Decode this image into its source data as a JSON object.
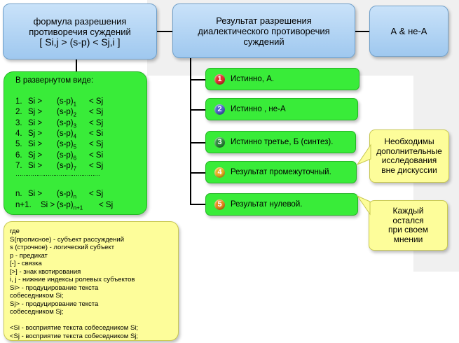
{
  "formula_box": {
    "line1": "формула разрешения",
    "line2": "противоречия суждений",
    "line3": "[ Si,j >   (s-p)   < Sj,i ]"
  },
  "result_box": {
    "line1": "Результат разрешения",
    "line2": "диалектического противоречия",
    "line3": "суждений"
  },
  "and_box": {
    "text": "А & не-А"
  },
  "expanded": {
    "title": "В развернутом виде:",
    "rows": [
      {
        "n": "1.",
        "left": "Si >",
        "mid": "(s-p)",
        "sub": "1",
        "right": "< Sj"
      },
      {
        "n": "2.",
        "left": "Sj >",
        "mid": "(s-p)",
        "sub": "2",
        "right": "< Sj"
      },
      {
        "n": "3.",
        "left": "Si >",
        "mid": "(s-p)",
        "sub": "3",
        "right": "< Sj"
      },
      {
        "n": "4.",
        "left": "Sj >",
        "mid": "(s-p)",
        "sub": "4",
        "right": "< Si"
      },
      {
        "n": "5.",
        "left": "Si >",
        "mid": "(s-p)",
        "sub": "5",
        "right": "< Sj"
      },
      {
        "n": "6.",
        "left": "Sj >",
        "mid": "(s-p)",
        "sub": "6",
        "right": "< Si"
      },
      {
        "n": "7.",
        "left": "Si >",
        "mid": "(s-p)",
        "sub": "7",
        "right": "< Sj"
      }
    ],
    "dots": "………………………………………",
    "row_n": {
      "n": "n.",
      "left": "Si >",
      "mid": "(s-p)",
      "sub": "n",
      "right": "< Sj"
    },
    "row_n1": {
      "n": "n+1.",
      "left": "Si >",
      "mid": "(s-p)",
      "sub": "n+1",
      "right": "< Sj"
    }
  },
  "legend": {
    "lines": [
      "где",
      "S(прописное) - субъект рассуждений",
      "s (строчное) - логический субъект",
      "p - предикат",
      "[-] - связка",
      "[>] - знак квотирования",
      "i, j - нижние индексы ролевых субъектов",
      "Si> - продуцирование текста",
      "собеседником Si;",
      "Sj> - продуцирование текста",
      "собеседником Sj;",
      "",
      "<Si - восприятие текста собеседником Si;",
      "<Sj  - восприятие текста собеседником Sj;"
    ]
  },
  "results": [
    {
      "num": "1",
      "color": "#e03030",
      "label": "Истинно, А."
    },
    {
      "num": "2",
      "color": "#4b62c8",
      "label": "Истинно , не-А"
    },
    {
      "num": "3",
      "color": "#2b8a3b",
      "label": "Истинно третье, Б (синтез)."
    },
    {
      "num": "4",
      "color": "#e8b020",
      "label": "Результат промежуточный."
    },
    {
      "num": "5",
      "color": "#e8881a",
      "label": "Результат нулевой."
    }
  ],
  "callout1": {
    "line1": "Необходимы",
    "line2": "дополнительные",
    "line3": "исследования",
    "line4": "вне дискуссии"
  },
  "callout2": {
    "line1": "Каждый",
    "line2": "остался",
    "line3": "при своем",
    "line4": "мнении"
  }
}
